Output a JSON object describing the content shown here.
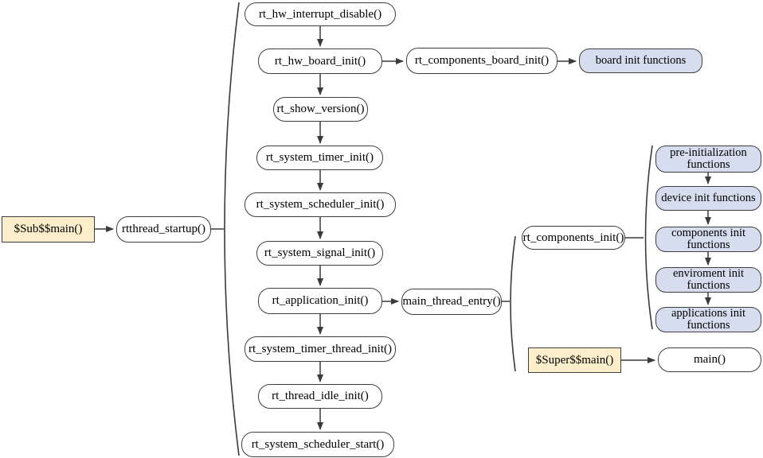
{
  "colors": {
    "canvas_bg": "#ffffff",
    "node_fill": "#ffffff",
    "node_border": "#3f3f3f",
    "line_color": "#3a3a3a",
    "group_fill": "#d6ddef",
    "highlight_fill": "#fceecb"
  },
  "nodes": {
    "sub_main": "$Sub$$main()",
    "rtthread_startup": "rtthread_startup()",
    "rt_hw_interrupt_disable": "rt_hw_interrupt_disable()",
    "rt_hw_board_init": "rt_hw_board_init()",
    "rt_components_board_init": "rt_components_board_init()",
    "board_init_functions": "board init functions",
    "rt_show_version": "rt_show_version()",
    "rt_system_timer_init": "rt_system_timer_init()",
    "rt_system_scheduler_init": "rt_system_scheduler_init()",
    "rt_system_signal_init": "rt_system_signal_init()",
    "rt_application_init": "rt_application_init()",
    "main_thread_entry": "main_thread_entry()",
    "rt_components_init": "rt_components_init()",
    "pre_initialization_functions": "pre-initialization functions",
    "device_init_functions": "device init functions",
    "components_init_functions": "components init functions",
    "enviroment_init_functions": "enviroment init functions",
    "applications_init_functions": "applications init functions",
    "super_main": "$Super$$main()",
    "main": "main()",
    "rt_system_timer_thread_init": "rt_system_timer_thread_init()",
    "rt_thread_idle_init": "rt_thread_idle_init()",
    "rt_system_scheduler_start": "rt_system_scheduler_start()"
  },
  "edges": [
    {
      "from": "sub_main",
      "to": "rtthread_startup",
      "type": "arrow"
    },
    {
      "from": "rtthread_startup",
      "to": "startup-brace",
      "type": "line"
    },
    {
      "from": "rt_hw_interrupt_disable",
      "to": "rt_hw_board_init",
      "type": "arrow"
    },
    {
      "from": "rt_hw_board_init",
      "to": "rt_components_board_init",
      "type": "arrow"
    },
    {
      "from": "rt_components_board_init",
      "to": "board_init_functions",
      "type": "arrow"
    },
    {
      "from": "rt_hw_board_init",
      "to": "rt_show_version",
      "type": "arrow"
    },
    {
      "from": "rt_show_version",
      "to": "rt_system_timer_init",
      "type": "arrow"
    },
    {
      "from": "rt_system_timer_init",
      "to": "rt_system_scheduler_init",
      "type": "arrow"
    },
    {
      "from": "rt_system_scheduler_init",
      "to": "rt_system_signal_init",
      "type": "arrow"
    },
    {
      "from": "rt_system_signal_init",
      "to": "rt_application_init",
      "type": "arrow"
    },
    {
      "from": "rt_application_init",
      "to": "main_thread_entry",
      "type": "arrow"
    },
    {
      "from": "rt_application_init",
      "to": "rt_system_timer_thread_init",
      "type": "arrow"
    },
    {
      "from": "rt_system_timer_thread_init",
      "to": "rt_thread_idle_init",
      "type": "arrow"
    },
    {
      "from": "rt_thread_idle_init",
      "to": "rt_system_scheduler_start",
      "type": "arrow"
    },
    {
      "from": "main_thread_entry",
      "to": "entry-brace",
      "type": "line"
    },
    {
      "from": "rt_components_init",
      "to": "components-brace",
      "type": "line"
    },
    {
      "from": "pre_initialization_functions",
      "to": "device_init_functions",
      "type": "arrow"
    },
    {
      "from": "device_init_functions",
      "to": "components_init_functions",
      "type": "arrow"
    },
    {
      "from": "components_init_functions",
      "to": "enviroment_init_functions",
      "type": "arrow"
    },
    {
      "from": "enviroment_init_functions",
      "to": "applications_init_functions",
      "type": "arrow"
    },
    {
      "from": "super_main",
      "to": "main",
      "type": "arrow"
    }
  ],
  "brace_groups": [
    {
      "owner": "rtthread_startup",
      "members": [
        "rt_hw_interrupt_disable",
        "rt_hw_board_init",
        "rt_show_version",
        "rt_system_timer_init",
        "rt_system_scheduler_init",
        "rt_system_signal_init",
        "rt_application_init",
        "rt_system_timer_thread_init",
        "rt_thread_idle_init",
        "rt_system_scheduler_start"
      ]
    },
    {
      "owner": "main_thread_entry",
      "members": [
        "rt_components_init",
        "super_main"
      ]
    },
    {
      "owner": "rt_components_init",
      "members": [
        "pre_initialization_functions",
        "device_init_functions",
        "components_init_functions",
        "enviroment_init_functions",
        "applications_init_functions"
      ]
    }
  ]
}
